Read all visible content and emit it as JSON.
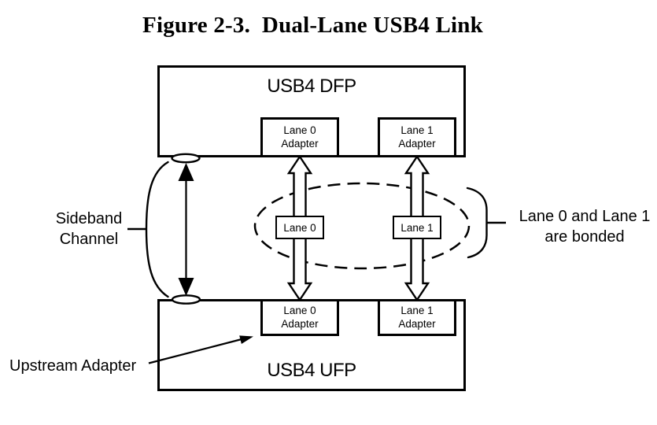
{
  "title": "Figure 2-3.  Dual-Lane USB4 Link",
  "colors": {
    "stroke": "#000000",
    "background": "#ffffff"
  },
  "boxes": {
    "dfp": {
      "label": "USB4 DFP"
    },
    "ufp": {
      "label": "USB4 UFP"
    },
    "dfp_lane0_adapter": {
      "line1": "Lane 0",
      "line2": "Adapter"
    },
    "dfp_lane1_adapter": {
      "line1": "Lane 1",
      "line2": "Adapter"
    },
    "ufp_lane0_adapter": {
      "line1": "Lane 0",
      "line2": "Adapter"
    },
    "ufp_lane1_adapter": {
      "line1": "Lane 1",
      "line2": "Adapter"
    },
    "lane0": {
      "label": "Lane 0"
    },
    "lane1": {
      "label": "Lane 1"
    }
  },
  "annotations": {
    "sideband_channel": {
      "line1": "Sideband",
      "line2": "Channel"
    },
    "bonded": {
      "line1": "Lane 0 and Lane 1",
      "line2": "are bonded"
    },
    "upstream_adapter": {
      "label": "Upstream Adapter"
    }
  }
}
